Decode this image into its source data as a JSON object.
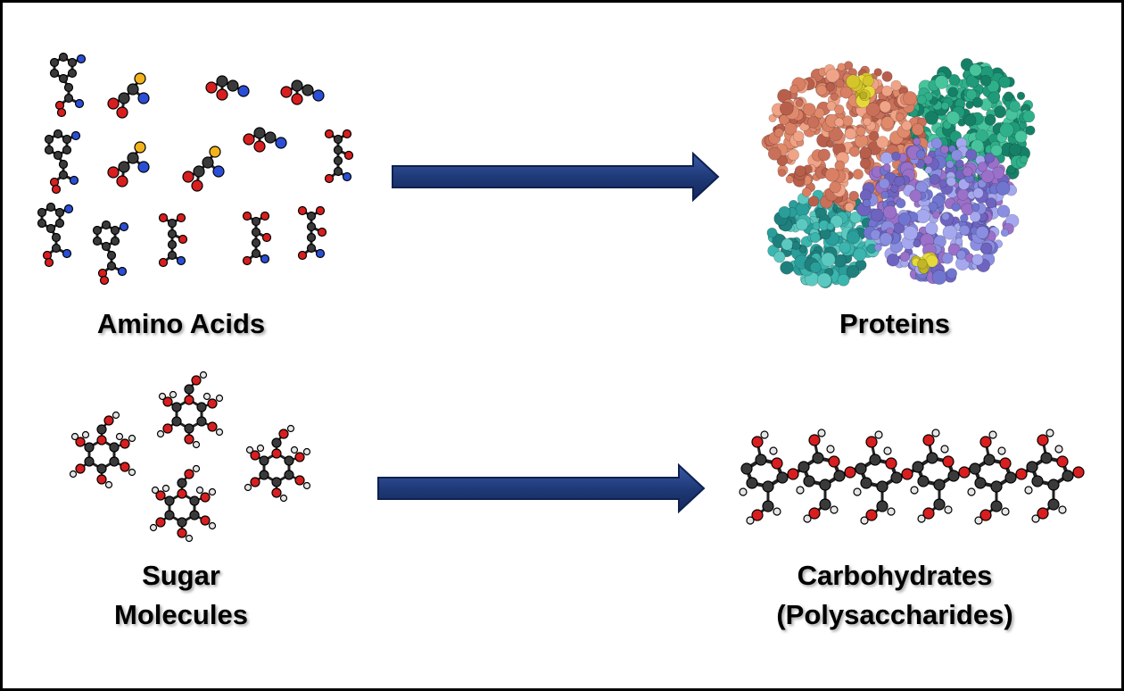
{
  "top_row": {
    "input_label": "Amino Acids",
    "input_icon": "amino-acid-molecules",
    "output_label": "Proteins",
    "output_icon": "protein-structure"
  },
  "bottom_row": {
    "input_label_line1": "Sugar",
    "input_label_line2": "Molecules",
    "input_icon": "sugar-molecules",
    "output_label_line1": "Carbohydrates",
    "output_label_line2": "(Polysaccharides)",
    "output_icon": "polysaccharide-chain"
  },
  "colors": {
    "arrow": "#1f3a78",
    "carbon": "#3a3a3a",
    "oxygen": "#d81e1e",
    "nitrogen": "#2a4fd6",
    "sulfur": "#f2b21c",
    "hydrogen": "#e6e6e6"
  }
}
